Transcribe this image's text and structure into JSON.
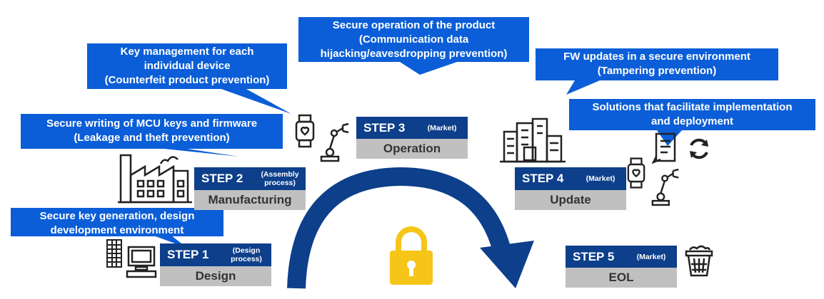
{
  "colors": {
    "callout": "#0b5ed7",
    "step_header": "#0d3f8a",
    "step_label": "#c0c0c0",
    "arc": "#0d3f8a",
    "lock": "#f5c518"
  },
  "callouts": {
    "design": [
      "Secure key generation, design",
      "development environment"
    ],
    "manufacturing": [
      "Secure writing of MCU keys and firmware",
      "(Leakage and theft prevention)"
    ],
    "key_management": [
      "Key management for each",
      "individual device",
      "(Counterfeit product prevention)"
    ],
    "operation": [
      "Secure operation of the product",
      "(Communication data",
      "hijacking/eavesdropping prevention)"
    ],
    "fw_update": [
      "FW updates in a secure environment",
      "(Tampering prevention)"
    ],
    "solutions": [
      "Solutions that facilitate implementation",
      "and deployment"
    ]
  },
  "steps": {
    "s1": {
      "label": "STEP 1",
      "sub": [
        "(Design",
        "process)"
      ],
      "name": "Design"
    },
    "s2": {
      "label": "STEP 2",
      "sub": [
        "(Assembly",
        "process)"
      ],
      "name": "Manufacturing"
    },
    "s3": {
      "label": "STEP 3",
      "sub": [
        "(Market)"
      ],
      "name": "Operation"
    },
    "s4": {
      "label": "STEP 4",
      "sub": [
        "(Market)"
      ],
      "name": "Update"
    },
    "s5": {
      "label": "STEP 5",
      "sub": [
        "(Market)"
      ],
      "name": "EOL"
    }
  },
  "icons": [
    "factory-icon",
    "building-icon",
    "desktop-computer-icon",
    "smartwatch-icon",
    "robot-arm-icon",
    "city-buildings-icon",
    "document-icon",
    "refresh-icon",
    "trash-bin-icon",
    "padlock-icon",
    "arc-arrow-icon"
  ]
}
